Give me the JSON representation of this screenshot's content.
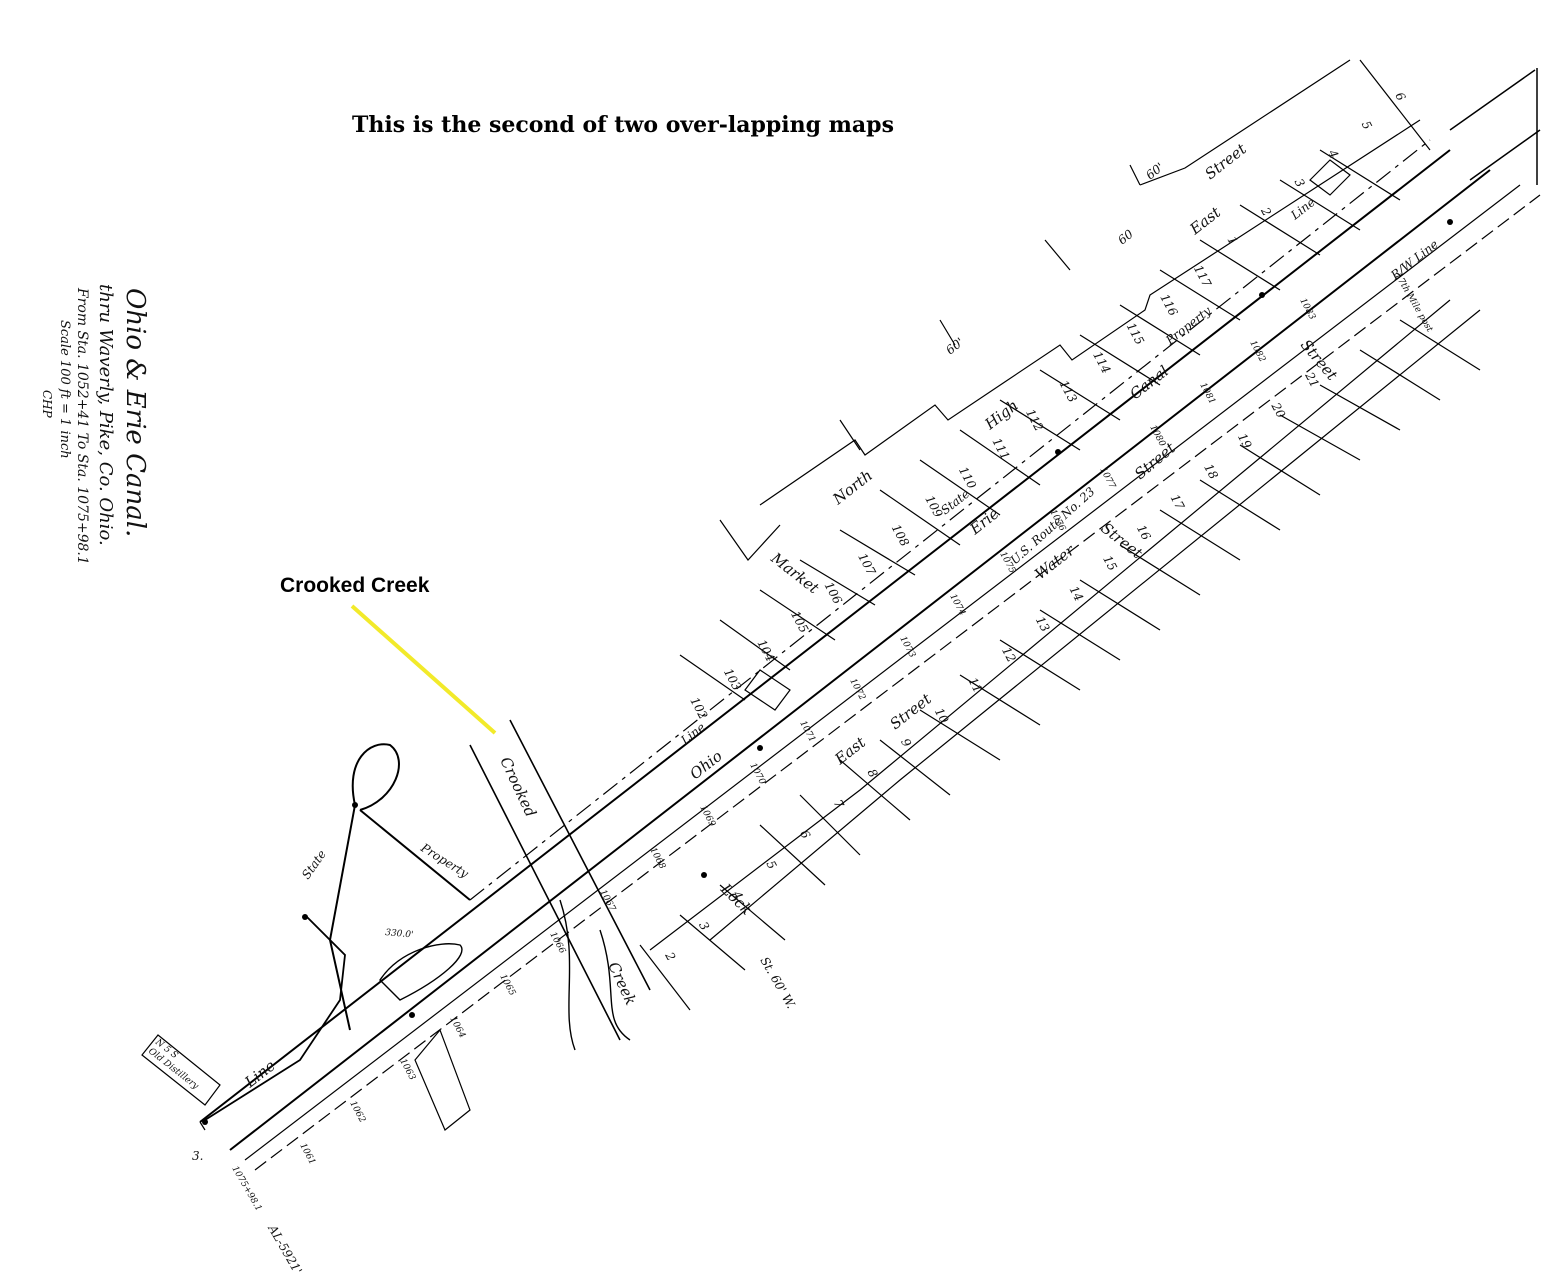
{
  "header": {
    "caption": "This is the second of two over-lapping maps",
    "creek_callout": "Crooked Creek"
  },
  "title_block": {
    "line1": "Ohio & Erie Canal.",
    "line2": "thru Waverly, Pike, Co. Ohio.",
    "line3": "From Sta. 1052+41 To Sta. 1075+98.1",
    "line4": "Scale 100 ft = 1 inch",
    "line5": "CHP"
  },
  "streets": {
    "north_street": "North",
    "high_street": "High",
    "east_street_top": "East",
    "street_top": "Street",
    "market_street": "Market",
    "east_street_bottom": "East",
    "street_bottom": "Street",
    "water_street": "Water",
    "street_water": "Street",
    "street_right": "Street",
    "street_mid": "Street",
    "lock_street": "Lock",
    "lock_width": "St. 60' W."
  },
  "canal_labels": {
    "ohio": "Ohio",
    "erie": "Erie",
    "canal": "Canal",
    "us_route": "U.S. Route No. 23",
    "state_line_1": "State",
    "state_line_2": "Line",
    "property_line_1": "Property",
    "property_line_2": "Line",
    "prop_lower": "Property",
    "state_lower": "State",
    "line_lower": "Line",
    "crooked": "Crooked",
    "creek": "Creek",
    "rw_line": "R/W Line",
    "mile_post": "17th Mile post"
  },
  "widths": {
    "w60a": "60'",
    "w60b": "60",
    "w60c": "60'"
  },
  "stations": {
    "left_corner": "3.",
    "bottom_station": "1075+98.1",
    "bottom_code": "AL-5921'",
    "old_distillery": "Old Distillery",
    "n5s": "N 5 S",
    "dim330": "330.0'",
    "sta_list": [
      "1061",
      "1062",
      "1063",
      "1064",
      "1065",
      "1066",
      "1067",
      "1068",
      "1069",
      "1070",
      "1071",
      "1072",
      "1073",
      "1074",
      "1075",
      "1076",
      "1077",
      "1080",
      "1081",
      "1082",
      "1083"
    ]
  },
  "lots_upper": [
    "102",
    "103",
    "104",
    "105",
    "106",
    "107",
    "108",
    "109",
    "110",
    "111",
    "112",
    "113",
    "114",
    "115",
    "116",
    "117",
    "1",
    "2",
    "3",
    "4",
    "5",
    "6"
  ],
  "lots_lower": [
    "2",
    "3",
    "4",
    "5",
    "6",
    "7",
    "8",
    "9",
    "10",
    "11",
    "12",
    "13",
    "14",
    "15",
    "16",
    "17",
    "18",
    "19",
    "20",
    "21"
  ]
}
